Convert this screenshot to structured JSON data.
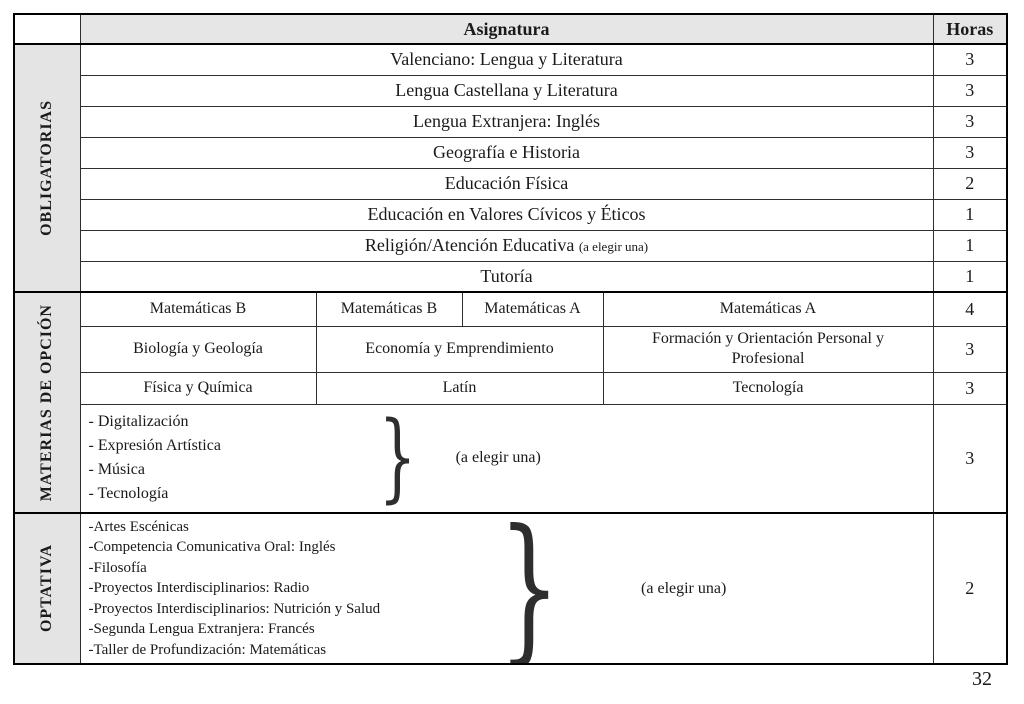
{
  "colors": {
    "header_bg": "#e6e6e6",
    "group_bg": "#e4e4e4",
    "border": "#000000"
  },
  "header": {
    "subject": "Asignatura",
    "hours": "Horas"
  },
  "obligatorias": {
    "label": "OBLIGATORIAS",
    "rows": [
      {
        "subject": "Valenciano: Lengua y Literatura",
        "hours": "3"
      },
      {
        "subject": "Lengua Castellana y Literatura",
        "hours": "3"
      },
      {
        "subject": "Lengua Extranjera: Inglés",
        "hours": "3"
      },
      {
        "subject": "Geografía e Historia",
        "hours": "3"
      },
      {
        "subject": "Educación Física",
        "hours": "2"
      },
      {
        "subject": "Educación en Valores Cívicos y Éticos",
        "hours": "1"
      },
      {
        "subject": "Religión/Atención Educativa",
        "note": "(a elegir una)",
        "hours": "1"
      },
      {
        "subject": "Tutoría",
        "hours": "1"
      }
    ]
  },
  "materias": {
    "label": "MATERIAS DE OPCIÓN",
    "row1": {
      "cells": [
        "Matemáticas B",
        "Matemáticas B",
        "Matemáticas A",
        "Matemáticas A"
      ],
      "hours": "4"
    },
    "row2": {
      "cells": [
        "Biología y Geología",
        "Economía y Emprendimiento",
        "Formación y Orientación Personal y Profesional"
      ],
      "hours": "3"
    },
    "row3": {
      "cells": [
        "Física y Química",
        "Latín",
        "Tecnología"
      ],
      "hours": "3"
    },
    "row4": {
      "items": [
        "- Digitalización",
        "- Expresión Artística",
        "- Música",
        "- Tecnología"
      ],
      "brace": "}",
      "note": "(a elegir una)",
      "hours": "3"
    }
  },
  "optativa": {
    "label": "OPTATIVA",
    "row": {
      "items": [
        "-Artes Escénicas",
        "-Competencia Comunicativa Oral: Inglés",
        "-Filosofía",
        "-Proyectos Interdisciplinarios: Radio",
        "-Proyectos Interdisciplinarios: Nutrición y Salud",
        "-Segunda Lengua Extranjera: Francés",
        "-Taller de Profundización: Matemáticas"
      ],
      "brace": "}",
      "note": "(a elegir una)",
      "hours": "2"
    }
  },
  "total_hours": "32"
}
